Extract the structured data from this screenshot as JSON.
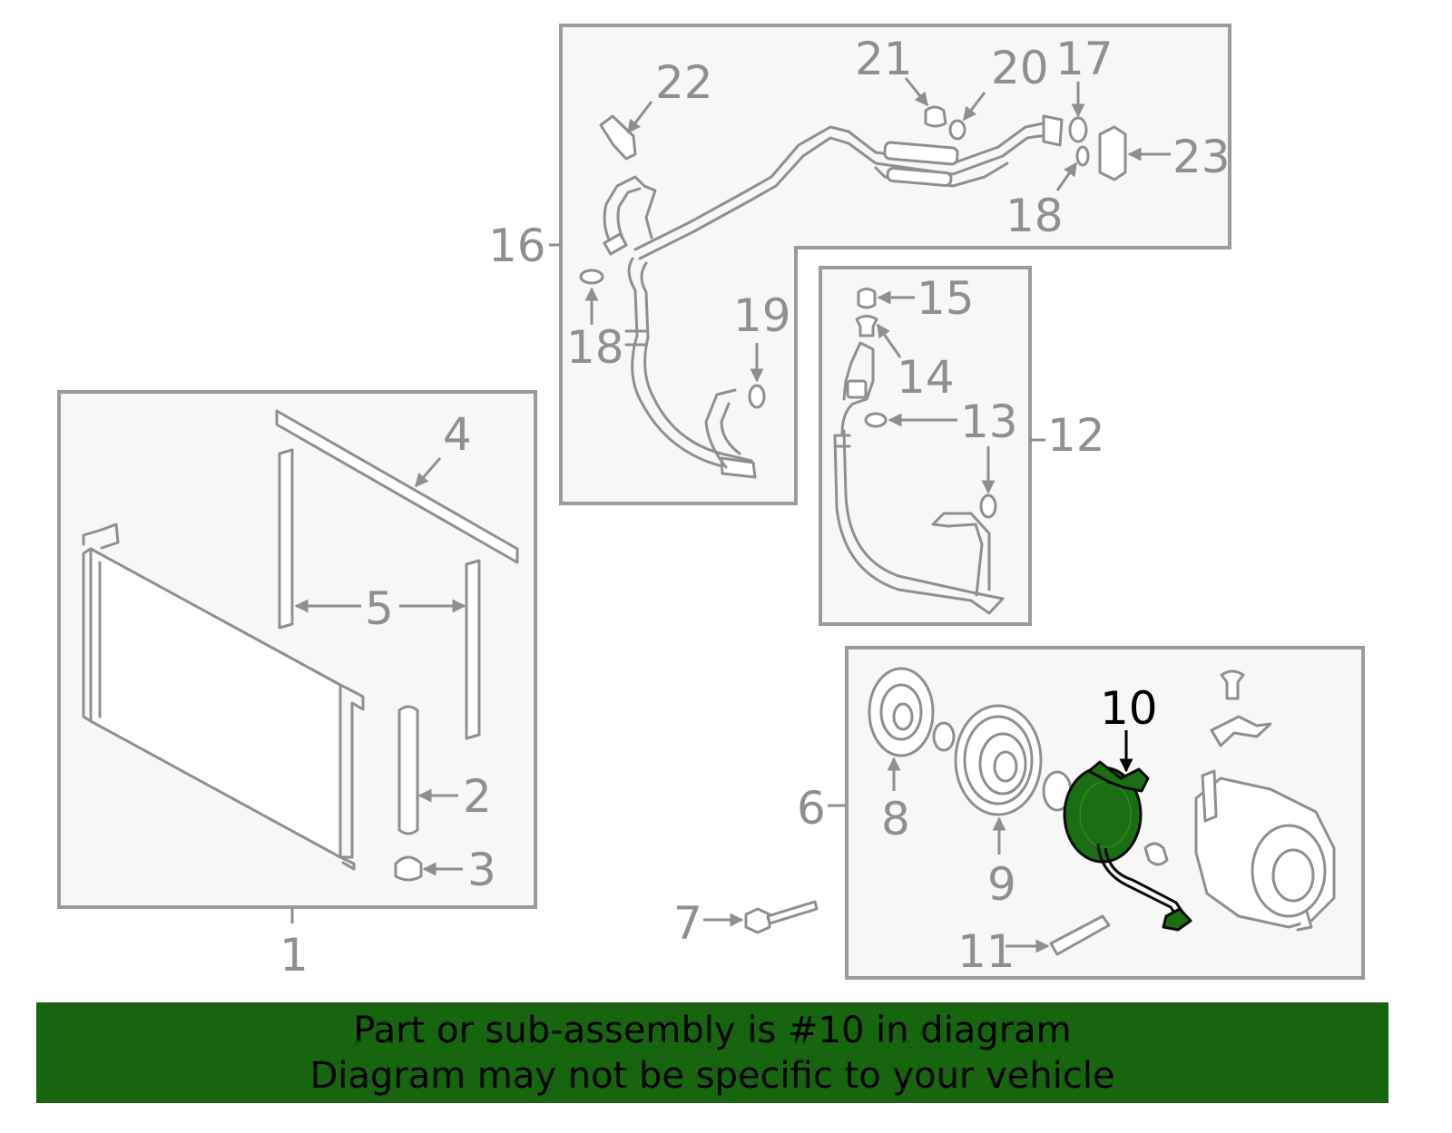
{
  "diagram": {
    "highlight_color": "#17650f",
    "outline_color": "#8f8f8f",
    "callouts": {
      "c1": "1",
      "c2": "2",
      "c3": "3",
      "c4": "4",
      "c5": "5",
      "c6": "6",
      "c7": "7",
      "c8": "8",
      "c9": "9",
      "c10": "10",
      "c11": "11",
      "c12": "12",
      "c13": "13",
      "c14": "14",
      "c15": "15",
      "c16": "16",
      "c17": "17",
      "c18a": "18",
      "c18b": "18",
      "c19": "19",
      "c20": "20",
      "c21": "21",
      "c22": "22",
      "c23": "23"
    }
  },
  "banner": {
    "line1": "Part or sub-assembly is #10 in diagram",
    "line2": "Diagram may not be specific to your vehicle"
  }
}
